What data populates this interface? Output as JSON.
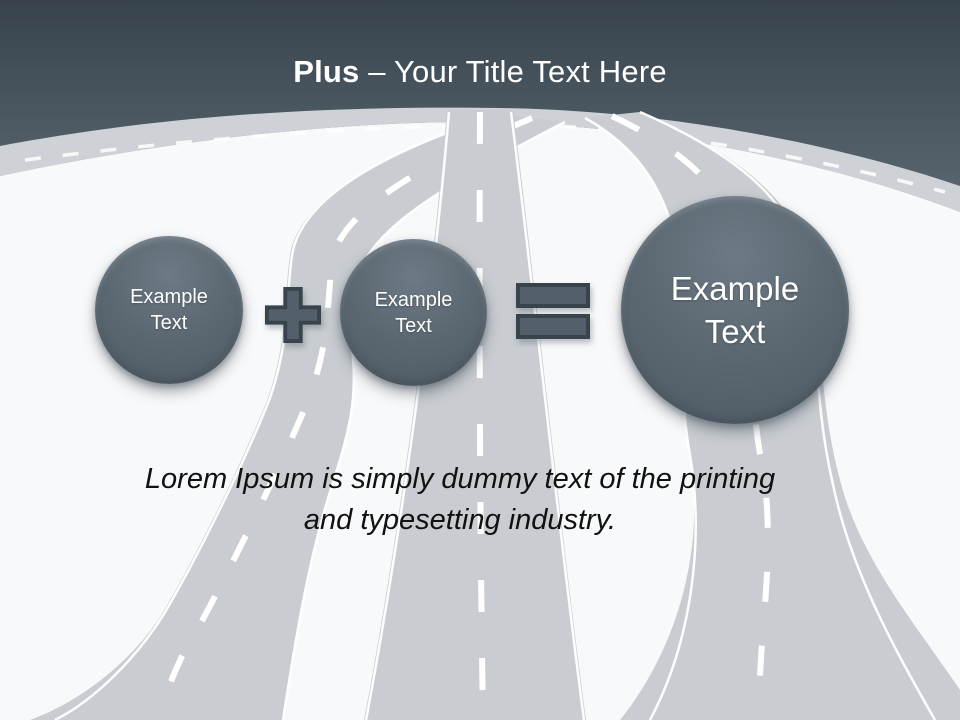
{
  "slide": {
    "title": {
      "keyword": "Plus",
      "rest": " – Your Title Text Here"
    },
    "equation": {
      "operand1": {
        "line1": "Example",
        "line2": "Text"
      },
      "operator": {
        "name": "plus",
        "symbol": "+"
      },
      "operand2": {
        "line1": "Example",
        "line2": "Text"
      },
      "relation": {
        "name": "equals",
        "symbol": "="
      },
      "result": {
        "line1": "Example",
        "line2": "Text"
      }
    },
    "body": {
      "line1": "Lorem Ipsum is simply dummy text of the printing",
      "line2": "and typesetting industry."
    },
    "colors": {
      "header_gradient_top": "#38434c",
      "header_gradient_bottom": "#5f6c76",
      "shape_fill": "#53606b",
      "shape_outline": "#39434c",
      "circle_fill": "#57646e",
      "road_gray": "#c9cdd1",
      "horizon_band": "#ced2d6",
      "ground_white": "#f8f9fa",
      "title_color": "#ffffff",
      "body_color": "#111111"
    }
  }
}
